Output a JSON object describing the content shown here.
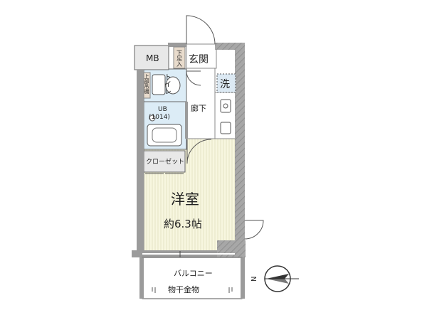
{
  "labels": {
    "mb": "MB",
    "entrance": "玄関",
    "shoe_box": "下足入",
    "toilet": "トイレ",
    "upper_shelf": "上部吊棚",
    "washer": "洗",
    "corridor": "廊下",
    "ub": "UB",
    "ub_size": "(1014)",
    "closet": "クローゼット",
    "room_name": "洋室",
    "room_size": "約6.3帖",
    "balcony": "バルコニー",
    "laundry_hardware": "物干金物",
    "north": "N"
  },
  "colors": {
    "wall": "#9b9b9b",
    "room_floor": "#f7f6df",
    "wet_area": "#dcecf6",
    "closet_fill": "#e8e8e8",
    "label_box": "#e9dccd",
    "washer_box": "#dce9f3",
    "line": "#555555"
  }
}
